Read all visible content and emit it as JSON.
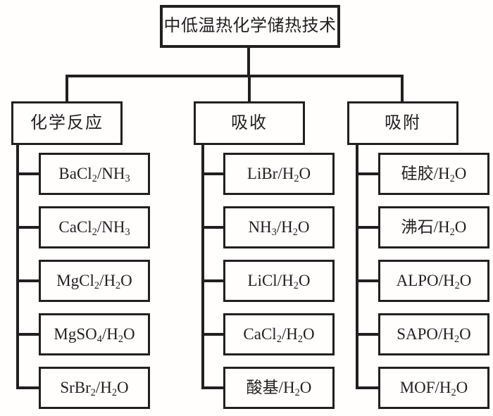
{
  "figure": {
    "kind": "tree-flowchart",
    "background": "#fffefd",
    "line_color": "#231f20"
  },
  "root": {
    "label": "中低温热化学储热技术"
  },
  "branches": [
    {
      "label": "化学反应",
      "children": [
        "BaCl2/NH3",
        "CaCl2/NH3",
        "MgCl2/H2O",
        "MgSO4/H2O",
        "SrBr2/H2O"
      ]
    },
    {
      "label": "吸收",
      "children": [
        "LiBr/H2O",
        "NH3/H2O",
        "LiCl/H2O",
        "CaCl2/H2O",
        "酸基/H2O"
      ]
    },
    {
      "label": "吸附",
      "children": [
        "硅胶/H2O",
        "沸石/H2O",
        "ALPO/H2O",
        "SAPO/H2O",
        "MOF/H2O"
      ]
    }
  ]
}
